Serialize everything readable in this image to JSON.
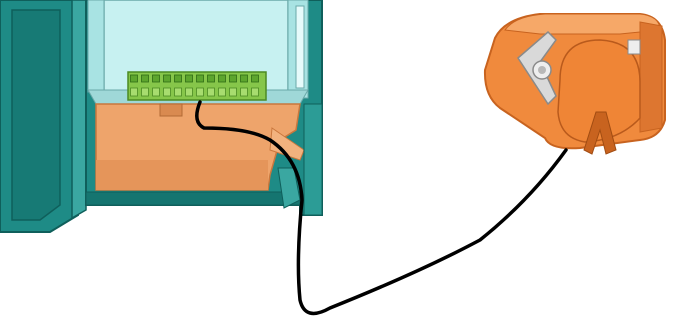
{
  "diagram": {
    "components": [
      {
        "id": "controller",
        "icon": "controller-enclosure-icon"
      },
      {
        "id": "terminal",
        "icon": "terminal-block-icon"
      },
      {
        "id": "sensor",
        "icon": "rain-sensor-icon"
      },
      {
        "id": "wire",
        "icon": "cable-icon"
      }
    ]
  },
  "colors": {
    "housing": "#1e8b86",
    "housing_dark": "#0f5f5b",
    "housing_light": "#3aa7a1",
    "panel": "#c7f1f1",
    "panel_shadow": "#9fd8d8",
    "terminal": "#86c64a",
    "terminal_dark": "#4c8a23",
    "cover": "#eea46b",
    "cover_dark": "#c9773d",
    "sensor": "#f08a3d",
    "sensor_dark": "#c8631f",
    "sensor_light": "#f6a868",
    "bracket": "#d9d9d9",
    "wire": "#000000"
  }
}
